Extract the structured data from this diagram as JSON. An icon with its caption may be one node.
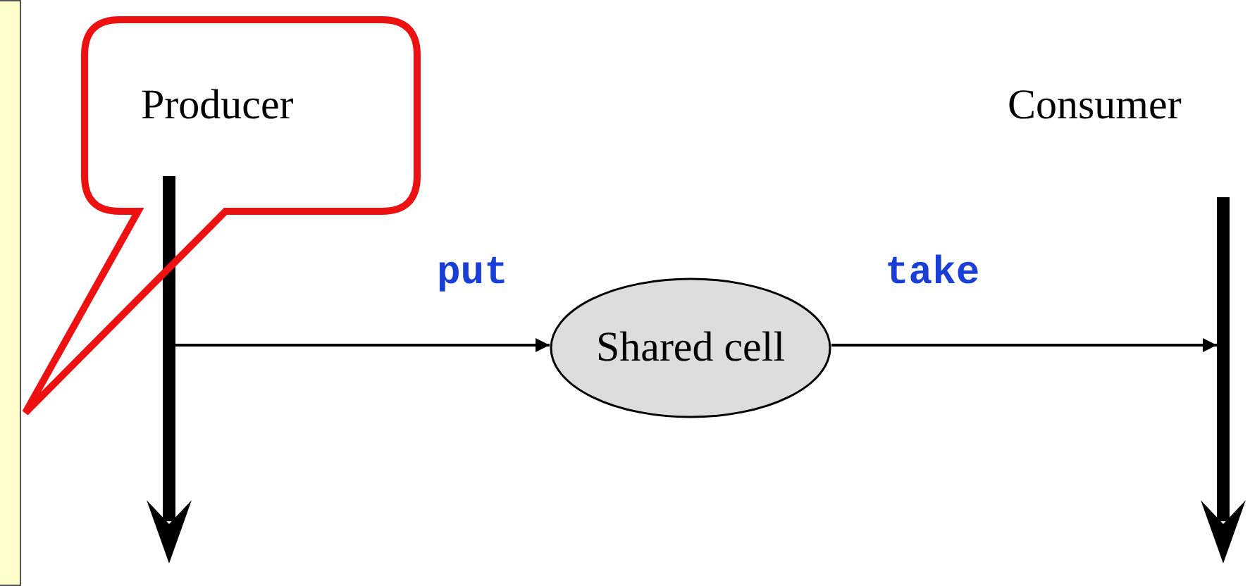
{
  "diagram": {
    "nodes": [
      {
        "text": [
          "Producer"
        ]
      },
      {
        "text": [],
        "shape": "bar"
      },
      {
        "text": [
          "Shared cell"
        ]
      },
      {
        "text": [],
        "shape": "bar",
        "beside": [
          "Consumer"
        ]
      }
    ],
    "edges": [
      {
        "from": 1,
        "to": 2,
        "arrow": "to",
        "label": "put"
      },
      {
        "from": 2,
        "to": 3,
        "arrow": "to",
        "label": "take"
      }
    ]
  }
}
